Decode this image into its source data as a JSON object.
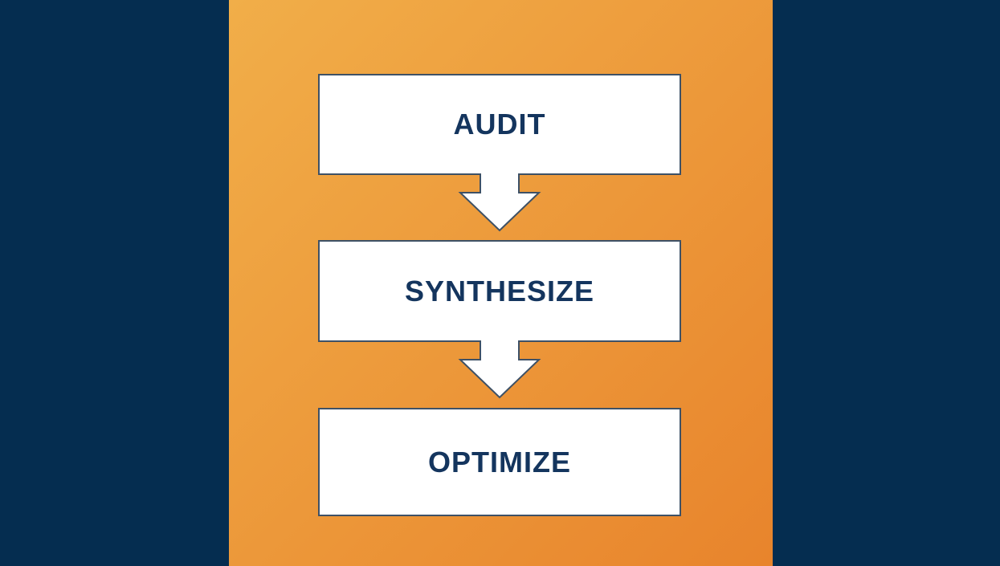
{
  "diagram": {
    "title": "process-flow",
    "steps": [
      {
        "label": "AUDIT"
      },
      {
        "label": "SYNTHESIZE"
      },
      {
        "label": "OPTIMIZE"
      }
    ]
  },
  "colors": {
    "navy": "#052D50",
    "orange_light": "#F1AE49",
    "orange_dark": "#E8842C",
    "box_fill": "#FFFFFF",
    "box_border": "#3E5166",
    "text_navy": "#14355E"
  }
}
